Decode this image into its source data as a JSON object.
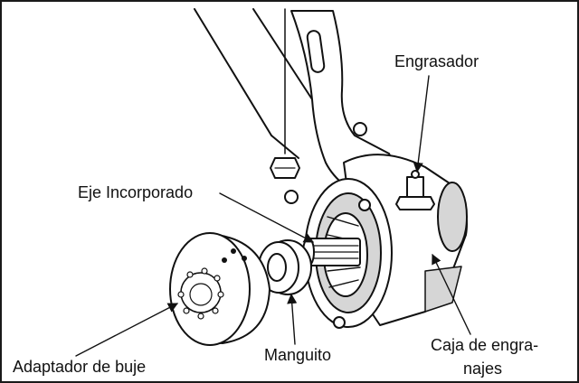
{
  "labels": {
    "grease_fitting": "Engrasador",
    "built_in_axle": "Eje Incorporado",
    "sleeve": "Manguito",
    "hub_adapter": "Adaptador de buje",
    "gearbox_line1": "Caja de engra-",
    "gearbox_line2": "najes"
  },
  "colors": {
    "ink": "#111111",
    "shade": "#d6d6d6",
    "background": "#ffffff"
  }
}
